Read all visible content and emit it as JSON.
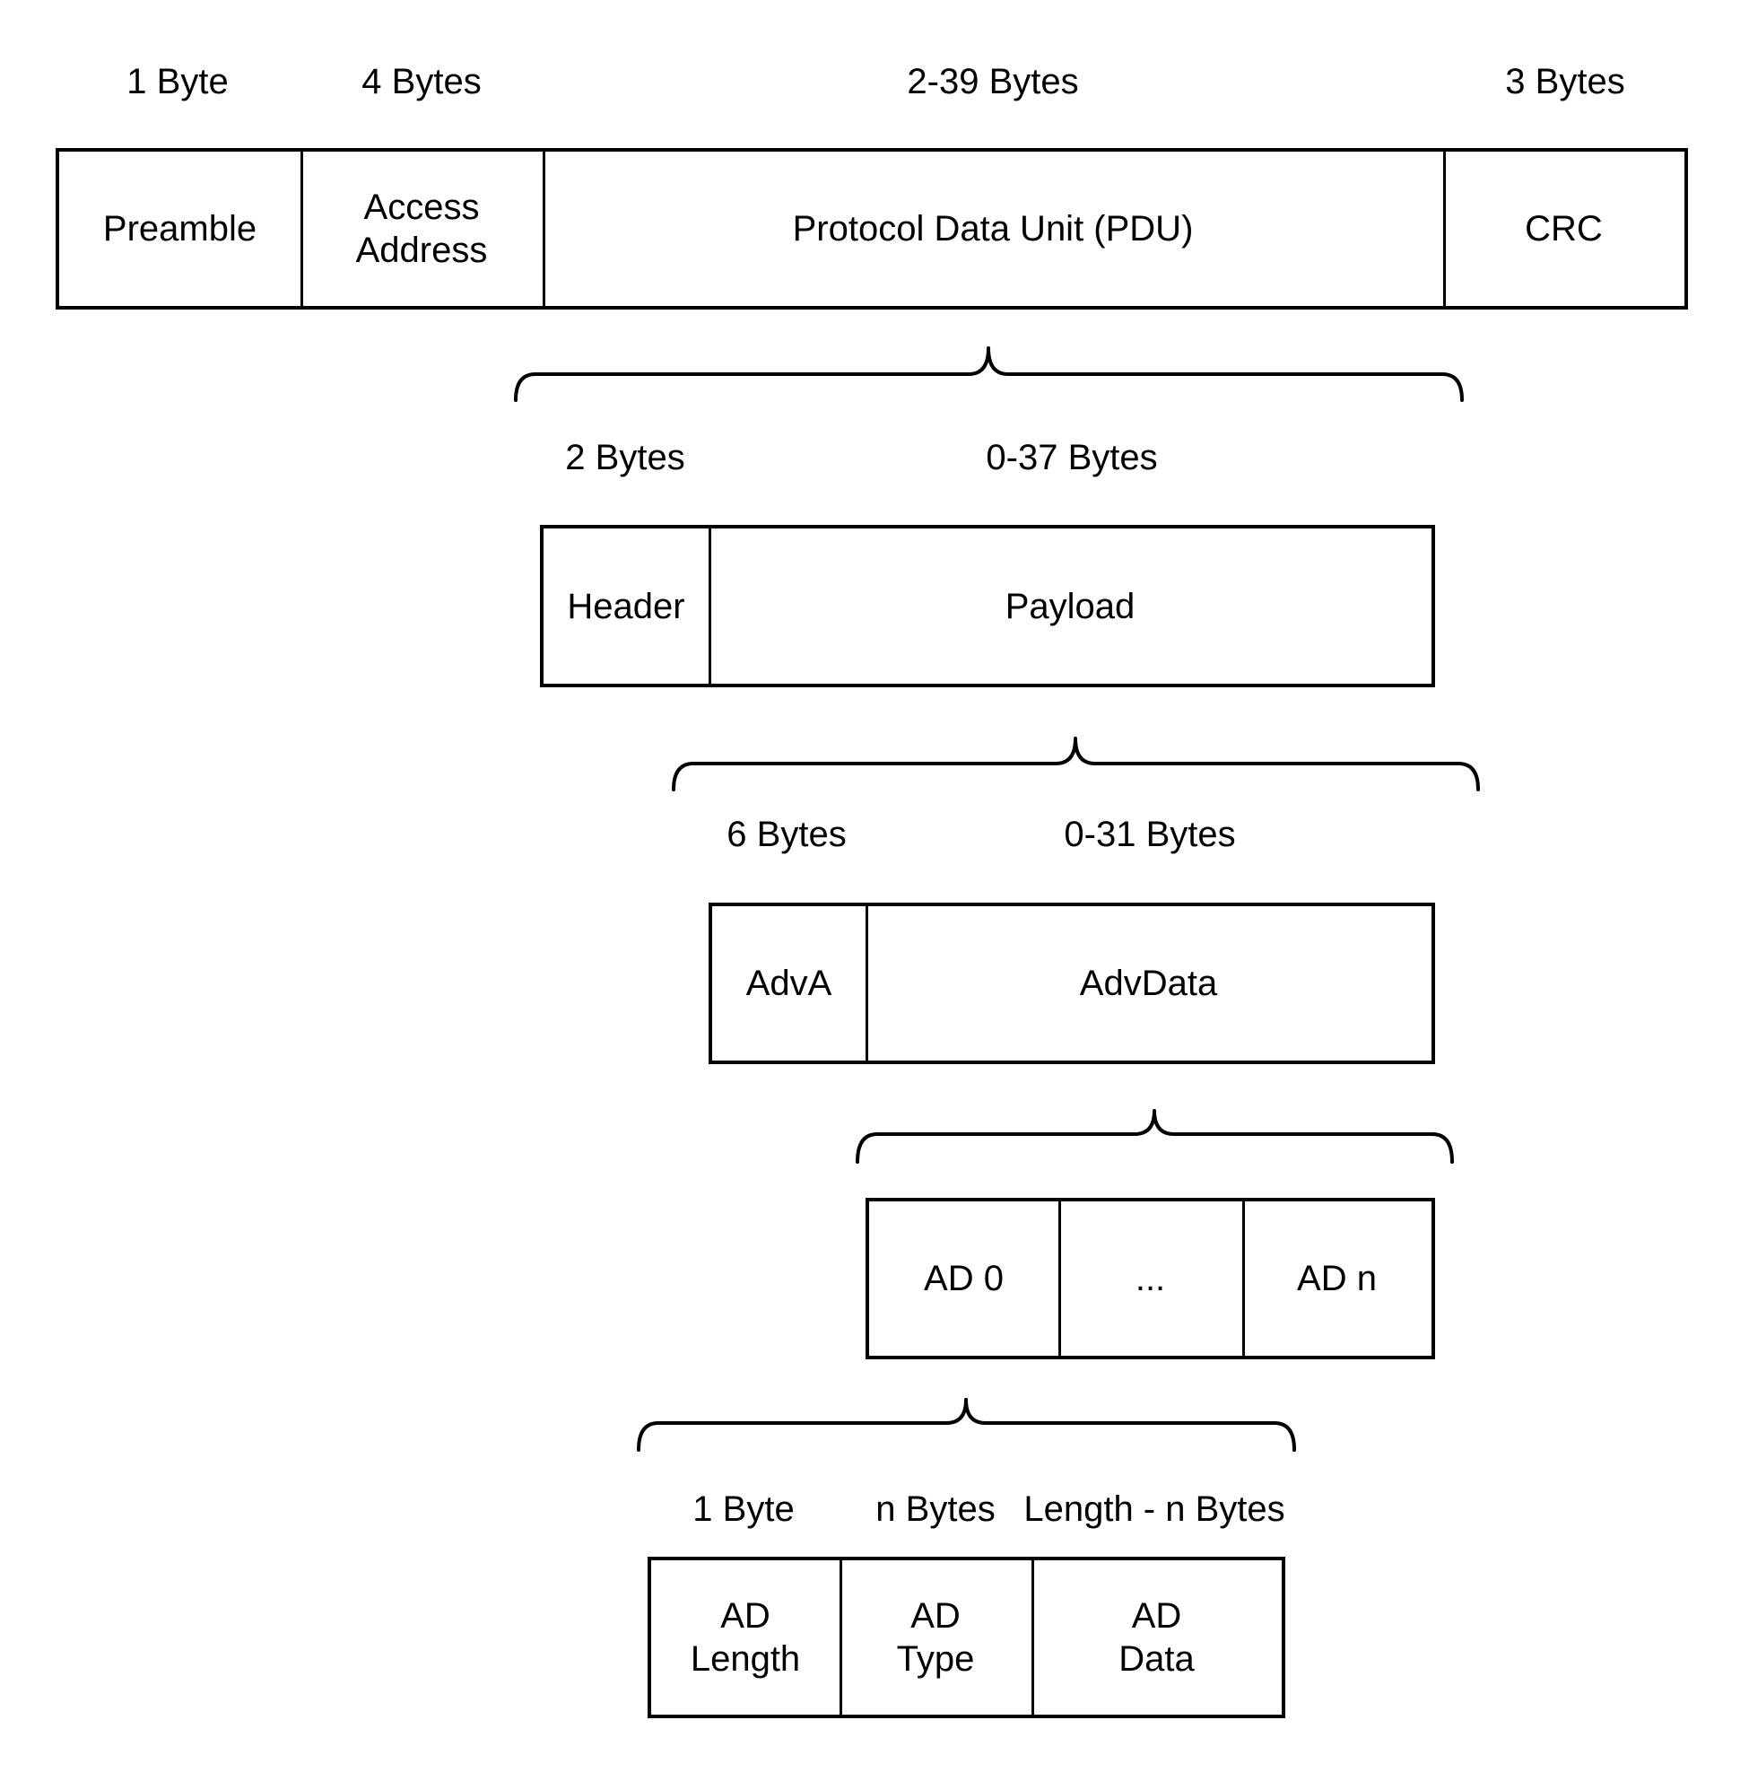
{
  "colors": {
    "background": "#ffffff",
    "stroke": "#000000",
    "text": "#000000"
  },
  "levels": [
    {
      "name": "packet",
      "size_labels": [
        "1 Byte",
        "4 Bytes",
        "2-39 Bytes",
        "3 Bytes"
      ],
      "cells": [
        "Preamble",
        "Access\nAddress",
        "Protocol Data Unit (PDU)",
        "CRC"
      ]
    },
    {
      "name": "pdu",
      "size_labels": [
        "2 Bytes",
        "0-37 Bytes"
      ],
      "cells": [
        "Header",
        "Payload"
      ]
    },
    {
      "name": "payload",
      "size_labels": [
        "6 Bytes",
        "0-31 Bytes"
      ],
      "cells": [
        "AdvA",
        "AdvData"
      ]
    },
    {
      "name": "advdata",
      "size_labels": [],
      "cells": [
        "AD 0",
        "...",
        "AD n"
      ]
    },
    {
      "name": "ad-structure",
      "size_labels": [
        "1 Byte",
        "n Bytes",
        "Length - n Bytes"
      ],
      "cells": [
        "AD\nLength",
        "AD\nType",
        "AD\nData"
      ]
    }
  ]
}
